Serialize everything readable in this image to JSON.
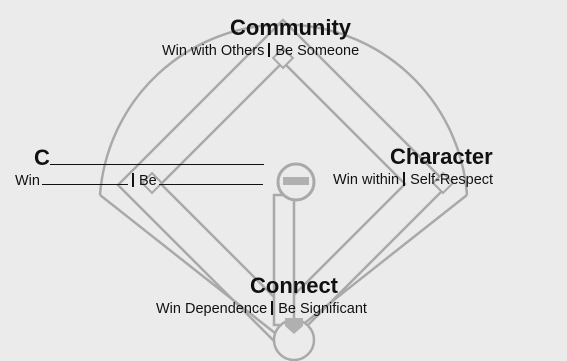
{
  "community": {
    "title": "Community",
    "left": "Win with Others",
    "right": "Be Someone"
  },
  "c": {
    "title": "C",
    "left": "Win",
    "right": "Be"
  },
  "character": {
    "title": "Character",
    "left": "Win within",
    "right": "Self-Respect"
  },
  "connect": {
    "title": "Connect",
    "left": "Win Dependence",
    "right": "Be Significant"
  },
  "colors": {
    "background": "#ebebeb",
    "field_line": "#a9a9a9",
    "field_fill": "#ebebeb",
    "mound": "#b0b0b0",
    "text": "#111111"
  }
}
